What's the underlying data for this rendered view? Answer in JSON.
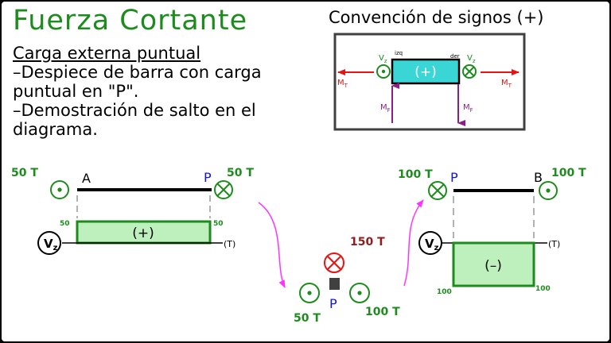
{
  "title": "Fuerza Cortante",
  "subtitle": "Carga externa puntual",
  "description_lines": [
    "–Despiece de barra con carga puntual en \"P\".",
    "–Demostración de salto en el diagrama."
  ],
  "convention": {
    "title": "Convención de signos (+)",
    "sign": "(+)",
    "vz_left": "V",
    "vz_sub": "z",
    "left_tag": "izq",
    "right_tag": "der",
    "mt_label": "M",
    "mt_sub": "T",
    "mf_label": "M",
    "mf_sub": "F"
  },
  "left_beam": {
    "point_a": "A",
    "point_p": "P",
    "load_left": "50 T",
    "load_right": "50 T",
    "diagram_sign": "(+)",
    "value_left": "50",
    "value_right": "50",
    "axis_symbol": "V",
    "axis_sub": "z",
    "unit": "(T)"
  },
  "joint": {
    "load": "150 T",
    "left_force": "50 T",
    "right_force": "100 T",
    "point": "P"
  },
  "right_beam": {
    "point_p": "P",
    "point_b": "B",
    "load_left": "100 T",
    "load_right": "100 T",
    "diagram_sign": "(–)",
    "value_left": "100",
    "value_right": "100",
    "axis_symbol": "V",
    "axis_sub": "z",
    "unit": "(T)"
  },
  "chart_data": [
    {
      "type": "area",
      "title": "",
      "x": [
        0,
        1
      ],
      "y": [
        50,
        50
      ],
      "sign": "positive"
    },
    {
      "type": "area",
      "title": "",
      "x": [
        0,
        1
      ],
      "y": [
        -100,
        -100
      ],
      "sign": "negative"
    }
  ],
  "colors": {
    "title_green": "#1e8b1e",
    "force_green": "#1e8b1e",
    "accent_blue": "#1414e6",
    "moment_red": "#e61414",
    "force_purple": "#8b1e8b",
    "load_darkred": "#8b1e1e",
    "diagram_fill": "#bdf0bd",
    "convention_fill": "#3ad6d6",
    "magenta_arrow": "#ff33ff"
  }
}
